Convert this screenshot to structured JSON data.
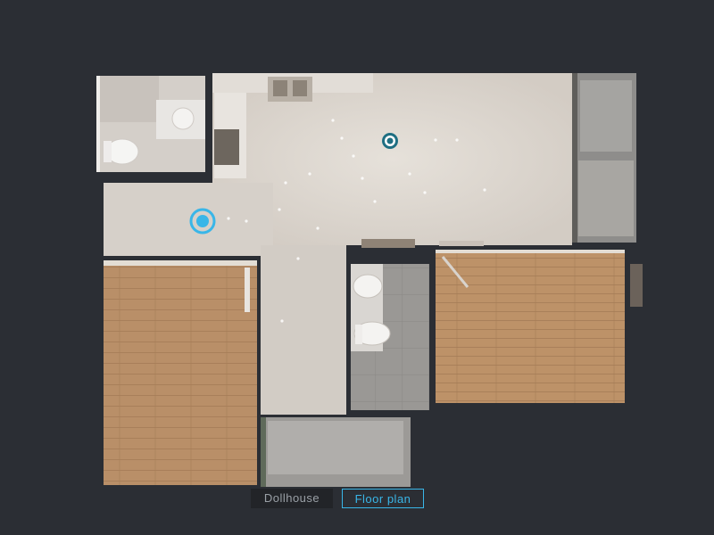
{
  "view_tabs": [
    {
      "label": "Dollhouse",
      "selected": false
    },
    {
      "label": "Floor plan",
      "selected": true
    }
  ],
  "colors": {
    "background": "#2b2e34",
    "floor_tile": "#d8d2cb",
    "floor_wood": "#b98f68",
    "accent": "#39b6e8",
    "marker_dark": "#1f6f82"
  },
  "markers": [
    {
      "name": "scan-point",
      "style": "ring"
    },
    {
      "name": "current-position",
      "style": "active-ring"
    }
  ]
}
